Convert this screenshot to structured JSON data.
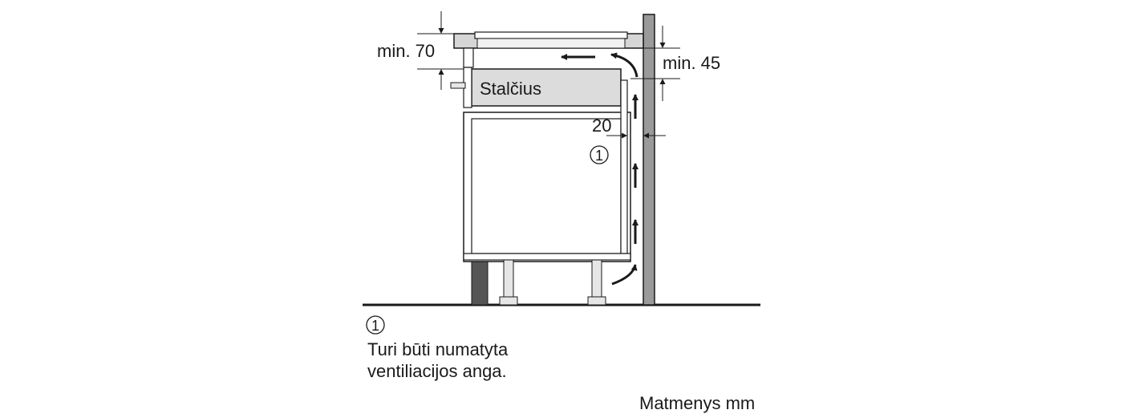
{
  "dimensions": {
    "top_clearance": "min. 70",
    "wall_clearance": "min. 45",
    "rear_gap": "20"
  },
  "drawer_label": "Stalčius",
  "callout_marker": "1",
  "legend": {
    "marker": "1",
    "line1": "Turi būti numatyta",
    "line2": "ventiliacijos anga."
  },
  "units_note": "Matmenys mm",
  "colors": {
    "line": "#1a1a1a",
    "panel_fill": "#dcdcdc",
    "wall_fill": "#9a9a9a",
    "plinth_fill": "#555555"
  }
}
